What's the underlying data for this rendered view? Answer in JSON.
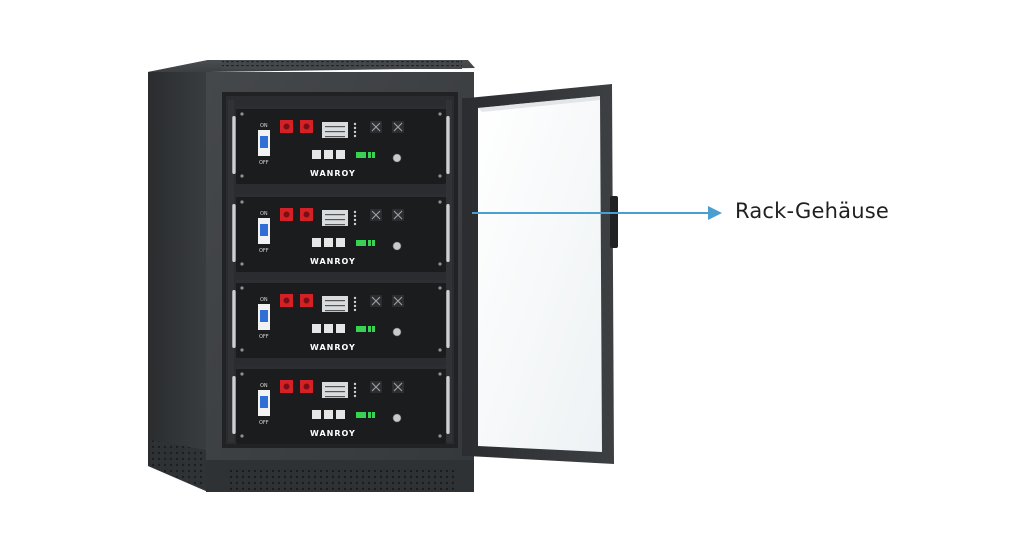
{
  "image": {
    "subject": "rack-battery-cabinet",
    "callout": {
      "label": "Rack-Gehäuse",
      "arrow_color": "#4a9fd1"
    },
    "modules": [
      {
        "brand": "WANROY",
        "switch_on": "ON",
        "switch_off": "OFF"
      },
      {
        "brand": "WANROY",
        "switch_on": "ON",
        "switch_off": "OFF"
      },
      {
        "brand": "WANROY",
        "switch_on": "ON",
        "switch_off": "OFF"
      },
      {
        "brand": "WANROY",
        "switch_on": "ON",
        "switch_off": "OFF"
      }
    ],
    "colors": {
      "cabinet": "#3c3f42",
      "cabinet_dark": "#232527",
      "module": "#1b1c1e",
      "terminal_red": "#d42127",
      "breaker_blue": "#2f6fd6",
      "led_green": "#39d353",
      "glass": "#f7f9fa"
    }
  }
}
